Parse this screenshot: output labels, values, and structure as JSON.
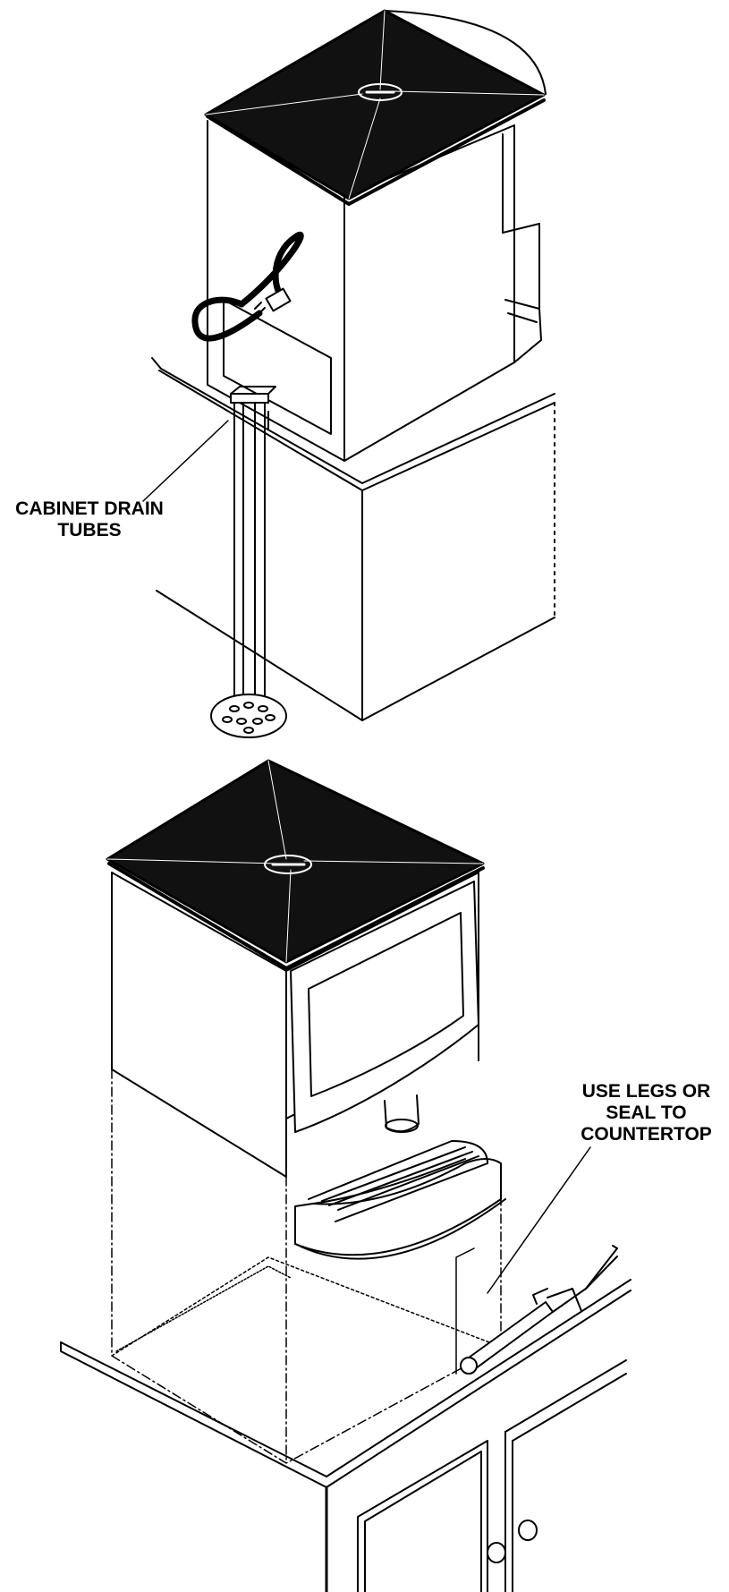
{
  "callouts": {
    "drain_tubes": {
      "line1": "CABINET DRAIN",
      "line2": "TUBES"
    },
    "legs_seal": {
      "line1": "USE LEGS OR",
      "line2": "SEAL TO",
      "line3": "COUNTERTOP"
    }
  },
  "colors": {
    "ink": "#000000",
    "paper": "#ffffff",
    "lid": "#111111"
  }
}
